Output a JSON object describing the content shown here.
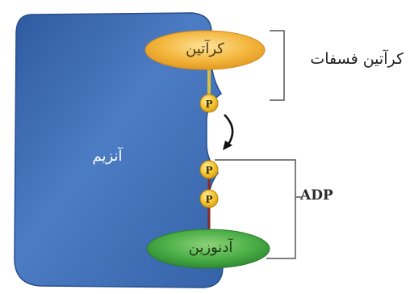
{
  "labels": {
    "enzyme": "آنزیم",
    "creatine": "کرآتین",
    "creatine_phosphate": "کرآتین فسفات",
    "adp": "ADP",
    "adenosine": "آدنوزین"
  },
  "phosphate_symbol": "P",
  "colors": {
    "enzyme": "#3f6fb5",
    "creatine": "#f2b33c",
    "adenosine": "#4aa84a",
    "phosphate": "#f2c230",
    "bracket": "#555555"
  }
}
